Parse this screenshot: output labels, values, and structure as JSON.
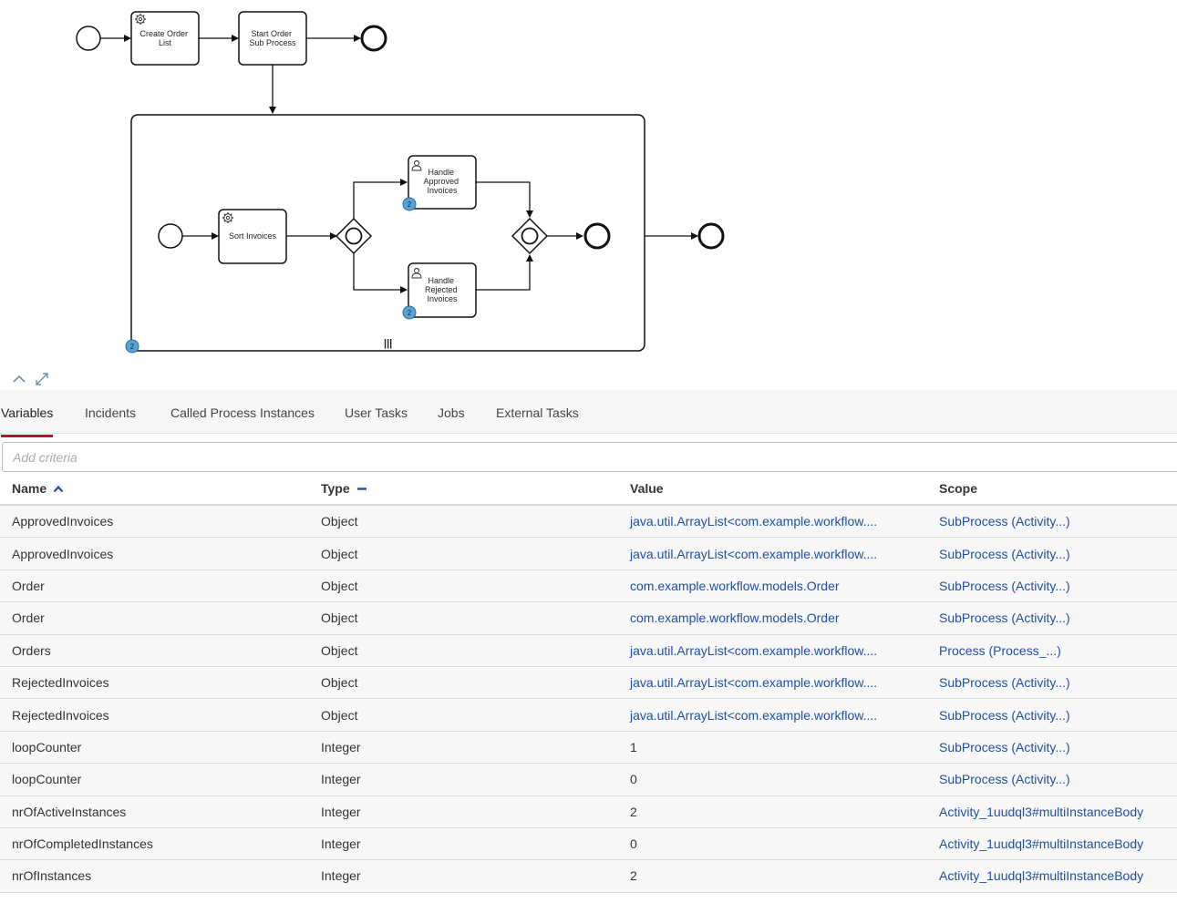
{
  "diagram": {
    "create_order_list": "Create Order|List",
    "start_order_sub_process": "Start Order|Sub Process",
    "sort_invoices": "Sort Invoices",
    "handle_approved": "Handle|Approved|Invoices",
    "handle_rejected": "Handle|Rejected|Invoices",
    "badge_approved": "2",
    "badge_rejected": "2",
    "badge_subprocess": "2",
    "multi_instance_marker": "|||"
  },
  "controls": {
    "collapse_icon": "chevron-up-icon",
    "fullscreen_icon": "expand-icon"
  },
  "tabs": [
    {
      "label": "Variables",
      "active": true
    },
    {
      "label": "Incidents",
      "active": false
    },
    {
      "label": "Called Process Instances",
      "active": false
    },
    {
      "label": "User Tasks",
      "active": false
    },
    {
      "label": "Jobs",
      "active": false
    },
    {
      "label": "External Tasks",
      "active": false
    }
  ],
  "search": {
    "placeholder": "Add criteria"
  },
  "table": {
    "columns": [
      "Name",
      "Type",
      "Value",
      "Scope"
    ],
    "name_sort_icon": "sort-ascending-icon",
    "type_sort_icon": "unsorted-dash-icon",
    "rows": [
      {
        "name": "ApprovedInvoices",
        "type": "Object",
        "value": "java.util.ArrayList<com.example.workflow....",
        "scope": "SubProcess (Activity...)"
      },
      {
        "name": "ApprovedInvoices",
        "type": "Object",
        "value": "java.util.ArrayList<com.example.workflow....",
        "scope": "SubProcess (Activity...)"
      },
      {
        "name": "Order",
        "type": "Object",
        "value": "com.example.workflow.models.Order",
        "scope": "SubProcess (Activity...)"
      },
      {
        "name": "Order",
        "type": "Object",
        "value": "com.example.workflow.models.Order",
        "scope": "SubProcess (Activity...)"
      },
      {
        "name": "Orders",
        "type": "Object",
        "value": "java.util.ArrayList<com.example.workflow....",
        "scope": "Process (Process_...)"
      },
      {
        "name": "RejectedInvoices",
        "type": "Object",
        "value": "java.util.ArrayList<com.example.workflow....",
        "scope": "SubProcess (Activity...)"
      },
      {
        "name": "RejectedInvoices",
        "type": "Object",
        "value": "java.util.ArrayList<com.example.workflow....",
        "scope": "SubProcess (Activity...)"
      },
      {
        "name": "loopCounter",
        "type": "Integer",
        "value": "1",
        "scope": "SubProcess (Activity...)"
      },
      {
        "name": "loopCounter",
        "type": "Integer",
        "value": "0",
        "scope": "SubProcess (Activity...)"
      },
      {
        "name": "nrOfActiveInstances",
        "type": "Integer",
        "value": "2",
        "scope": "Activity_1uudql3#multiInstanceBody"
      },
      {
        "name": "nrOfCompletedInstances",
        "type": "Integer",
        "value": "0",
        "scope": "Activity_1uudql3#multiInstanceBody"
      },
      {
        "name": "nrOfInstances",
        "type": "Integer",
        "value": "2",
        "scope": "Activity_1uudql3#multiInstanceBody"
      }
    ]
  }
}
